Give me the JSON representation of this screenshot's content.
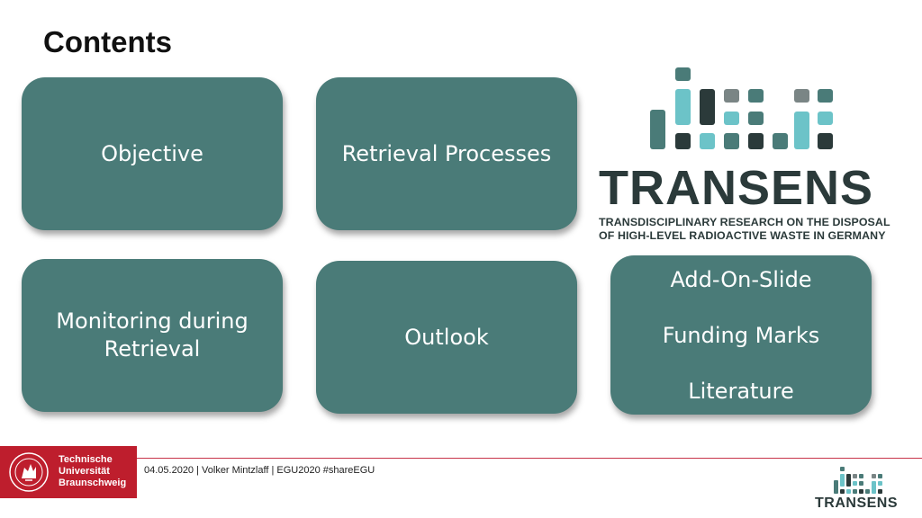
{
  "slide": {
    "title": "Contents"
  },
  "tiles": {
    "objective": "Objective",
    "retrieval_processes": "Retrieval Processes",
    "monitoring": "Monitoring during Retrieval",
    "outlook": "Outlook",
    "addon": {
      "line1": "Add-On-Slide",
      "line2": "Funding Marks",
      "line3": "Literature"
    }
  },
  "logo": {
    "word": "TRANSENS",
    "subtitle_line1": "TRANSDISCIPLINARY RESEARCH ON THE DISPOSAL",
    "subtitle_line2": "OF HIGH-LEVEL RADIOACTIVE WASTE IN GERMANY"
  },
  "footer": {
    "university_line1": "Technische",
    "university_line2": "Universität",
    "university_line3": "Braunschweig",
    "meta": "04.05.2020 | Volker Mintzlaff | EGU2020 #shareEGU",
    "mini_logo_word": "TRANSENS"
  },
  "colors": {
    "tile": "#4a7b78",
    "logo_dark": "#2b3a3a",
    "logo_teal": "#4a7b78",
    "logo_light": "#6cc3c8",
    "logo_gray": "#7a8585",
    "tu_red": "#be1e2d"
  },
  "icons": {
    "university_seal": "tu-seal-icon",
    "logo_mark": "transens-bars-icon"
  }
}
